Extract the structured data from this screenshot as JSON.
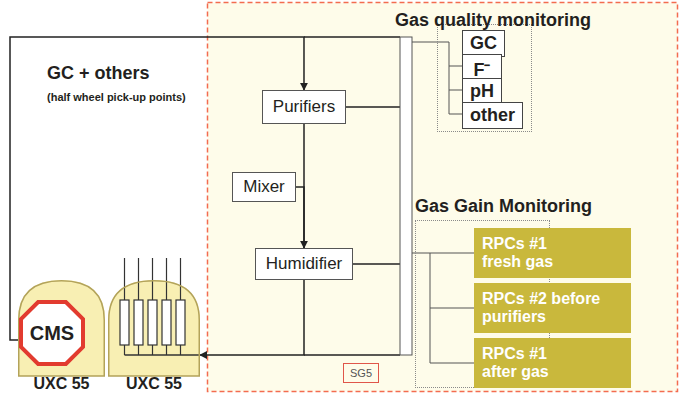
{
  "diagram": {
    "nodes": [
      {
        "text": [
          "UXC 55"
        ]
      },
      {
        "text": [
          "CMS"
        ],
        "in": 0
      },
      {
        "text": [
          "UXC 55"
        ]
      },
      {
        "text": [
          "Purifiers"
        ]
      },
      {
        "text": [
          "Mixer"
        ]
      },
      {
        "text": [
          "Humidifier"
        ]
      },
      {
        "text": [
          "SG5"
        ]
      },
      {
        "text": [
          "Gas quality monitoring"
        ]
      },
      {
        "text": [
          "GC"
        ],
        "in": 7
      },
      {
        "text": [
          "F⁻"
        ],
        "in": 7
      },
      {
        "text": [
          "pH"
        ],
        "in": 7
      },
      {
        "text": [
          "other"
        ],
        "in": 7
      },
      {
        "text": [
          "Gas Gain Monitoring"
        ]
      },
      {
        "text": [
          "RPCs #1 fresh gas"
        ],
        "in": 12
      },
      {
        "text": [
          "RPCs #2 before purifiers"
        ],
        "in": 12
      },
      {
        "text": [
          "RPCs #1 after gas"
        ],
        "in": 12
      }
    ],
    "edges": [
      {
        "from": 0,
        "to": 3,
        "arrow": "to"
      },
      {
        "from": 3,
        "to": 5,
        "arrow": "to"
      },
      {
        "from": 4,
        "to": 5,
        "arrow": "none"
      },
      {
        "from": 5,
        "to": 2,
        "arrow": "to"
      }
    ],
    "labels": [
      "GC + others",
      "(half wheel pick-up points)"
    ]
  }
}
